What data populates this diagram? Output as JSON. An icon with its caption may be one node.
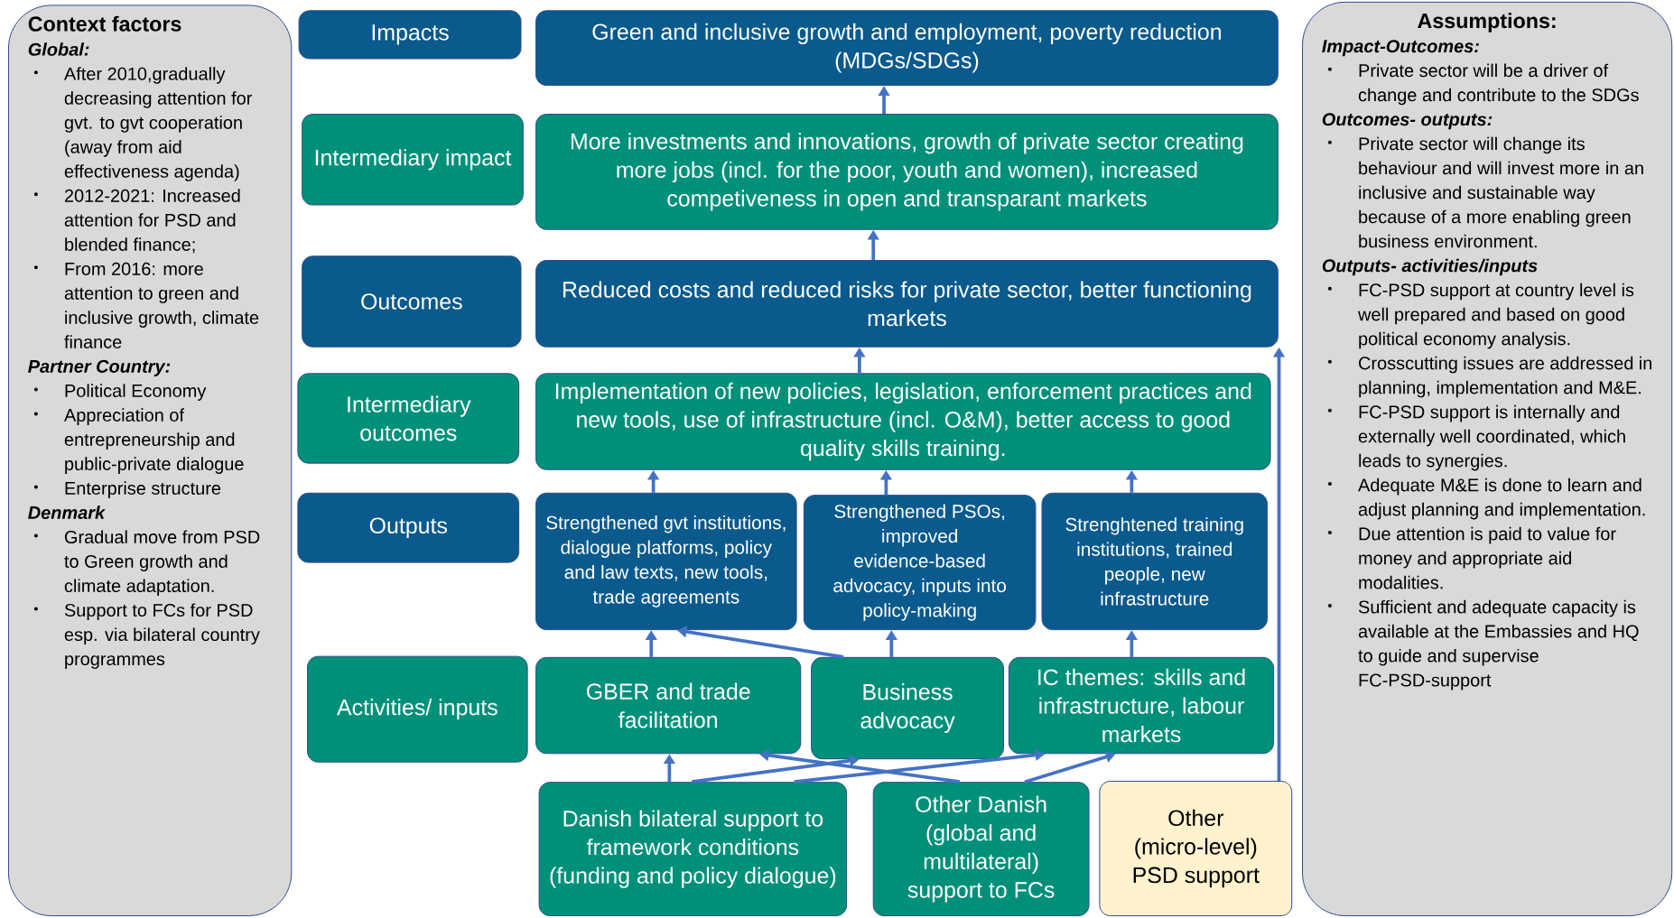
{
  "diagram": {
    "nodes": [
      {
        "text": [
          "Context factors",
          "Global:",
          "After 2010,gradually decreasing attention for gvt. to gvt cooperation (away from aid effectiveness agenda)",
          "2012-2021: Increased attention for PSD and blended finance;",
          "From 2016: more attention to green and inclusive growth, climate finance",
          "Partner Country:",
          "Political Economy",
          "Appreciation of entrepreneurship and public-private dialogue",
          "Enterprise structure",
          "Denmark",
          "Gradual move from PSD to Green growth and climate adaptation.",
          "Support to FCs for PSD esp. via bilateral country programmes"
        ]
      },
      {
        "text": [
          "Impacts"
        ]
      },
      {
        "text": [
          "Green and inclusive growth and  employment, poverty reduction (MDGs/SDGs)"
        ]
      },
      {
        "text": [
          "Intermediary impact"
        ]
      },
      {
        "text": [
          "More investments and innovations, growth of private sector creating more jobs (incl. for the poor, youth and women), increased competiveness in open and transparant markets"
        ]
      },
      {
        "text": [
          "Outcomes"
        ]
      },
      {
        "text": [
          "Reduced costs and reduced risks for private sector, better functioning markets"
        ]
      },
      {
        "text": [
          "Intermediary outcomes"
        ]
      },
      {
        "text": [
          "Implementation of new policies, legislation, enforcement practices and new tools, use of infrastructure (incl. O&M), better access to good quality skills training."
        ]
      },
      {
        "text": [
          "Outputs"
        ]
      },
      {
        "text": [
          "Strengthened gvt institutions, dialogue platforms, policy and law texts, new tools, trade agreements"
        ]
      },
      {
        "text": [
          "Strengthened PSOs, improved evidence-based advocacy, inputs into policy-making"
        ]
      },
      {
        "text": [
          "Strenghtened training institutions, trained people, new infrastructure"
        ]
      },
      {
        "text": [
          "Activities/ inputs"
        ]
      },
      {
        "text": [
          "GBER and trade facilitation"
        ]
      },
      {
        "text": [
          "Business advocacy"
        ]
      },
      {
        "text": [
          "IC themes: skills and infrastructure, labour markets"
        ]
      },
      {
        "text": [
          "Danish bilateral support to framework conditions (funding and policy dialogue)"
        ]
      },
      {
        "text": [
          "Other Danish (global and multilateral) support to FCs"
        ]
      },
      {
        "text": [
          "Other (micro-level) PSD support"
        ]
      },
      {
        "text": [
          "Assumptions:",
          "Impact-Outcomes:",
          "Private sector will be a driver of change and contribute to the SDGs",
          "Outcomes- outputs:",
          "Private sector will change its behaviour and will invest more in an inclusive and sustainable way because of a more enabling green business environment.",
          "Outputs- activities/inputs",
          "FC-PSD support at country level is well prepared and based on good political economy analysis.",
          "Crosscutting issues are addressed in planning, implementation and M&E.",
          "FC-PSD support is internally and externally well coordinated, which leads to synergies.",
          "Adequate M&E is done to learn and adjust planning and implementation.",
          "Due attention is paid to value for money and appropriate aid modalities.",
          "Sufficient and adequate capacity is available at the Embassies and HQ to guide and supervise FC-PSD-support"
        ]
      }
    ],
    "edges": [
      {
        "from": 4,
        "to": 2,
        "arrow": "to"
      },
      {
        "from": 6,
        "to": 4,
        "arrow": "to"
      },
      {
        "from": 8,
        "to": 6,
        "arrow": "to"
      },
      {
        "from": 10,
        "to": 8,
        "arrow": "to"
      },
      {
        "from": 11,
        "to": 8,
        "arrow": "to"
      },
      {
        "from": 12,
        "to": 8,
        "arrow": "to"
      },
      {
        "from": 14,
        "to": 10,
        "arrow": "to"
      },
      {
        "from": 15,
        "to": 10,
        "arrow": "to"
      },
      {
        "from": 15,
        "to": 11,
        "arrow": "to"
      },
      {
        "from": 16,
        "to": 12,
        "arrow": "to"
      },
      {
        "from": 17,
        "to": 14,
        "arrow": "to"
      },
      {
        "from": 17,
        "to": 15,
        "arrow": "to"
      },
      {
        "from": 17,
        "to": 16,
        "arrow": "to"
      },
      {
        "from": 18,
        "to": 14,
        "arrow": "to"
      },
      {
        "from": 18,
        "to": 16,
        "arrow": "to"
      },
      {
        "from": 19,
        "to": 6,
        "arrow": "to"
      }
    ]
  }
}
